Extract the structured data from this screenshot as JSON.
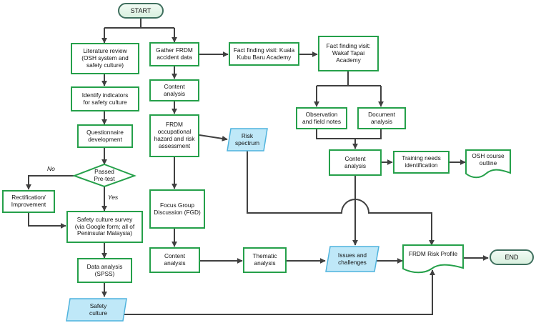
{
  "colors": {
    "process_border": "#25a04a",
    "io_fill": "#bfe8f8",
    "io_border": "#4fb3dd",
    "decision_fill": "#ffffff",
    "decision_border": "#25a04a",
    "terminator_border": "#3f6f5e",
    "arrow": "#404040"
  },
  "icons": {
    "arrowhead": "triangle-arrowhead",
    "line_hop": "arc-jump"
  },
  "nodes": {
    "start": "START",
    "end": "END",
    "literature_review": "Literature review\n(OSH system and\nsafety culture)",
    "identify_indicators": "Identify indicators\nfor safety culture",
    "questionnaire": "Questionnaire\ndevelopment",
    "passed_pretest": "Passed\nPre-test",
    "rectification": "Rectification/\nImprovement",
    "survey": "Safety culture survey\n(via Google form; all of\nPeninsular Malaysia)",
    "data_analysis": "Data analysis\n(SPSS)",
    "safety_culture": "Safety\nculture",
    "gather_frdm": "Gather FRDM\naccident data",
    "content_analysis_1": "Content\nanalysis",
    "frdm_hazard": "FRDM\noccupational\nhazard and risk\nassessment",
    "risk_spectrum": "Risk\nspectrum",
    "focus_group": "Focus Group\nDiscussion (FGD)",
    "content_analysis_2": "Content\nanalysis",
    "thematic": "Thematic\nanalysis",
    "issues": "Issues and\nchallenges",
    "kkb_visit": "Fact finding visit: Kuala\nKubu Baru Academy",
    "wt_visit": "Fact finding visit:\nWakaf Tapai\nAcademy",
    "observation": "Observation\nand field notes",
    "document_analysis": "Document\nanalysis",
    "content_analysis_3": "Content\nanalysis",
    "training_needs": "Training needs\nidentification",
    "osh_outline": "OSH course\noutline",
    "risk_profile": "FRDM Risk Profile"
  },
  "labels": {
    "no": "No",
    "yes": "Yes"
  }
}
